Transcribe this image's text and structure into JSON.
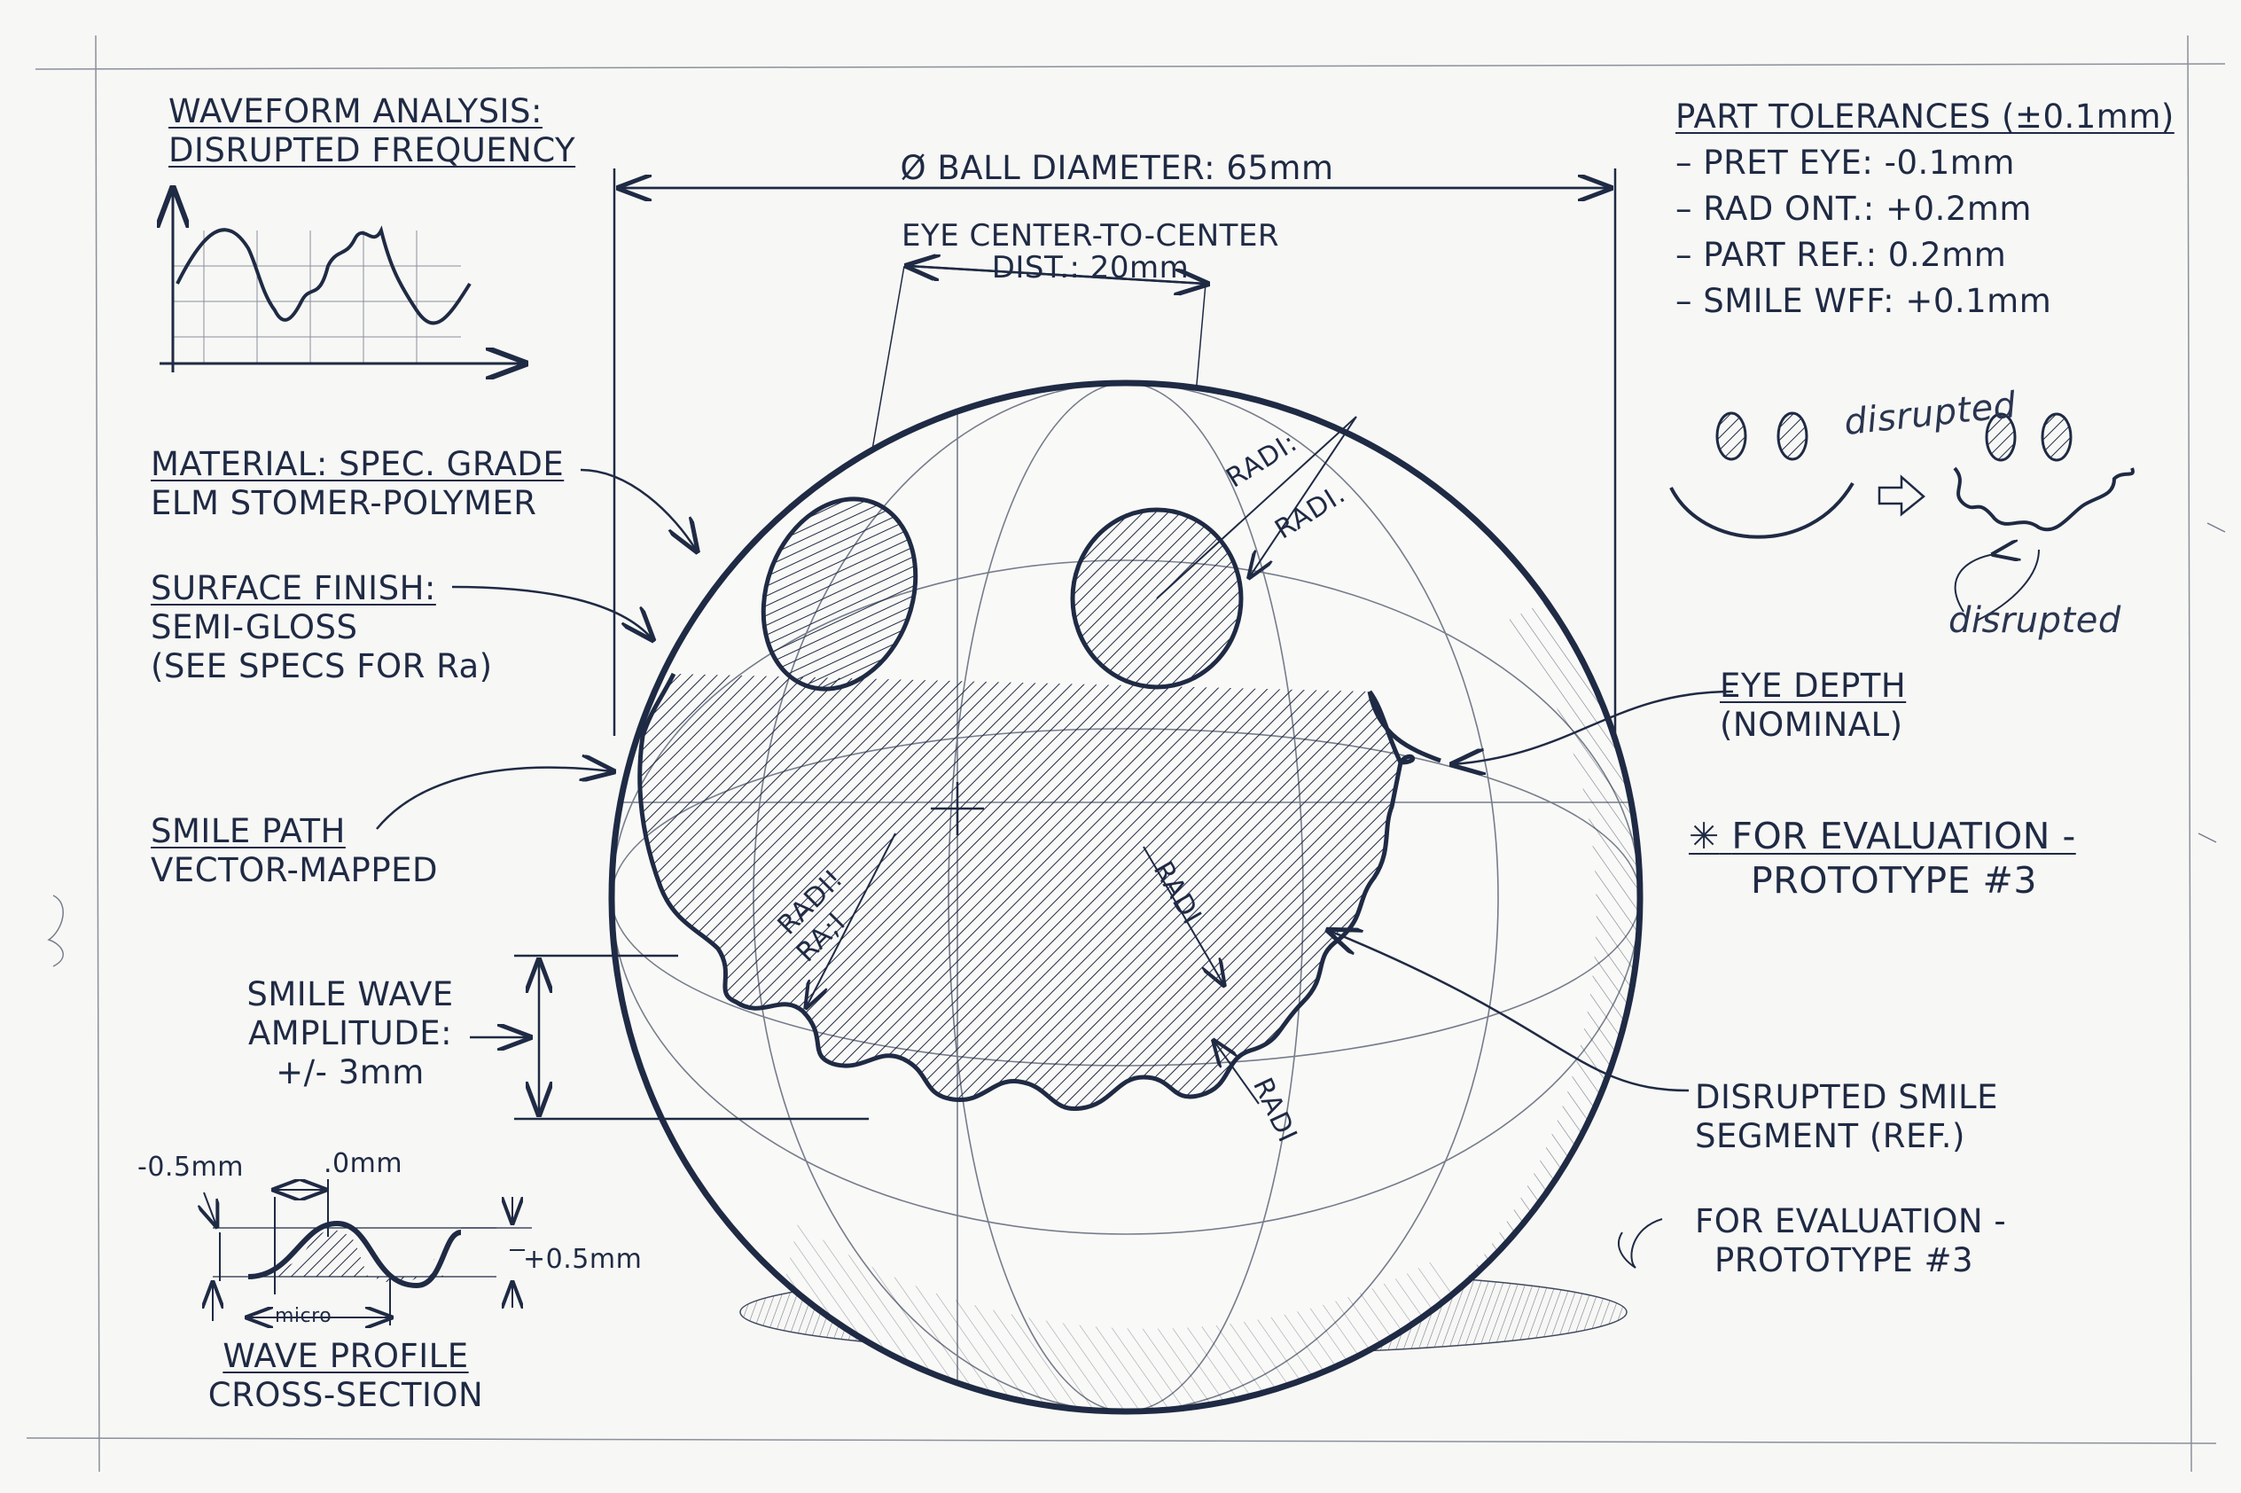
{
  "waveform": {
    "line1": "WAVEFORM ANALYSIS:",
    "line2": "DISRUPTED FREQUENCY"
  },
  "diameter": {
    "label": "Ø BALL DIAMETER: 65mm"
  },
  "eye_distance": {
    "line1": "EYE CENTER-TO-CENTER",
    "line2": "DIST.: 20mm"
  },
  "tolerances": {
    "title": "PART TOLERANCES (±0.1mm)",
    "items": [
      "– PRET EYE: -0.1mm",
      "– RAD ONT.: +0.2mm",
      "– PART REF.: 0.2mm",
      "– SMILE WFF: +0.1mm"
    ]
  },
  "material": {
    "line1": "MATERIAL: SPEC. GRADE",
    "line2": "ELM STOMER-POLYMER"
  },
  "surface_finish": {
    "line1": "SURFACE FINISH:",
    "line2": "SEMI-GLOSS",
    "line3": "(SEE SPECS FOR Ra)"
  },
  "smile_path": {
    "line1": "SMILE PATH",
    "line2": "VECTOR-MAPPED"
  },
  "amplitude": {
    "line1": "SMILE WAVE",
    "line2": "AMPLITUDE:",
    "line3": "+/- 3mm"
  },
  "wave_profile": {
    "dim_left": "-0.5mm",
    "dim_top": ".0mm",
    "dim_right": "+0.5mm",
    "micro": "micro",
    "title1": "WAVE PROFILE",
    "title2": "CROSS-SECTION"
  },
  "eye_depth": {
    "line1": "EYE DEPTH",
    "line2": "(NOMINAL)"
  },
  "evaluation_note": {
    "star": "✳",
    "line1": "FOR EVALUATION -",
    "line2": "PROTOTYPE #3"
  },
  "disrupted_smile": {
    "line1": "DISRUPTED SMILE",
    "line2": "SEGMENT (REF.)"
  },
  "evaluation_note_2": {
    "line1": "FOR EVALUATION -",
    "line2": "PROTOTYPE #3"
  },
  "disrupted_sketch": {
    "label_top": "disrupted",
    "label_bottom": "disrupted"
  },
  "radius_labels": [
    "RADI:",
    "RADI.",
    "RADI!",
    "RA;I",
    "RADI",
    "RADI"
  ],
  "colors": {
    "ink": "#1f2a44",
    "paper": "#f7f7f5"
  }
}
